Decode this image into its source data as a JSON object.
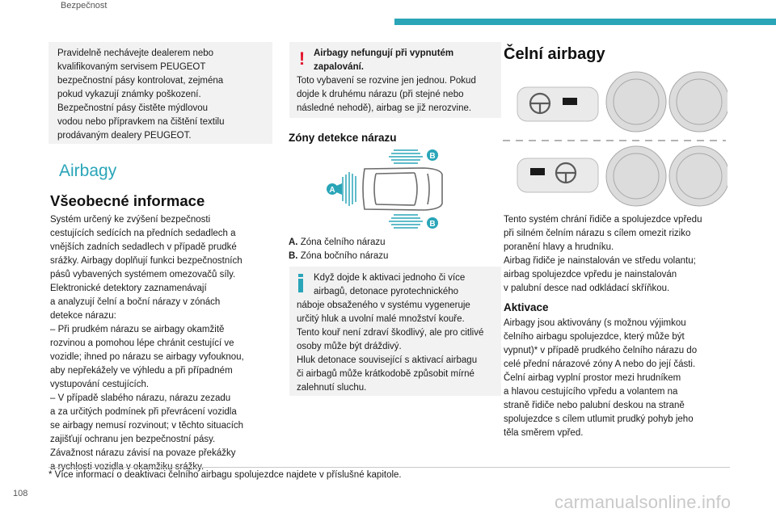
{
  "header": {
    "section": "Bezpečnost",
    "page_number": "108",
    "accent_color": "#2aa5b8"
  },
  "left": {
    "box_lines": [
      "Pravidelně nechávejte dealerem nebo",
      "kvalifikovaným servisem PEUGEOT",
      "bezpečnostní pásy kontrolovat, zejména",
      "pokud vykazují známky poškození.",
      "Bezpečnostní pásy čistěte mýdlovou",
      "vodou nebo přípravkem na čištění textilu",
      "prodávaným dealery PEUGEOT."
    ],
    "section_title": "Airbagy",
    "heading": "Všeobecné informace",
    "body_lines": [
      "Systém určený ke zvýšení bezpečnosti",
      "cestujících sedících na předních sedadlech a",
      "vnějších zadních sedadlech v případě prudké",
      "srážky. Airbagy doplňují funkci bezpečnostních",
      "pásů vybavených systémem omezovačů síly.",
      "Elektronické detektory zaznamenávají",
      "a analyzují čelní a boční nárazy v zónách",
      "detekce nárazu:",
      "–  Při prudkém nárazu se airbagy okamžitě",
      "rozvinou a pomohou lépe chránit cestující ve",
      "vozidle; ihned po nárazu se airbagy vyfouknou,",
      "aby nepřekážely ve výhledu a při případném",
      "vystupování cestujících.",
      "–  V případě slabého nárazu, nárazu zezadu",
      "a za určitých podmínek při převrácení vozidla",
      "se airbagy nemusí rozvinout; v těchto situacích",
      "zajišťují ochranu jen bezpečnostní pásy.",
      "Závažnost nárazu závisí na povaze překážky",
      "a rychlosti vozidla v okamžiku srážky."
    ]
  },
  "middle": {
    "warning": {
      "icon": "exclamation-icon",
      "bold_lines": [
        "Airbagy nefungují při vypnutém",
        "zapalování."
      ],
      "lines": [
        "Toto vybavení se rozvine jen jednou. Pokud",
        "dojde k druhému nárazu (při stejné nebo",
        "následné nehodě), airbag se již nerozvine."
      ]
    },
    "heading": "Zóny detekce nárazu",
    "diagram_labels": {
      "a": "A",
      "b_top": "B",
      "b_bottom": "B"
    },
    "legend": [
      {
        "key": "A.",
        "text": "Zóna čelního nárazu"
      },
      {
        "key": "B.",
        "text": "Zóna bočního nárazu"
      }
    ],
    "info": {
      "icon": "info-icon",
      "lines": [
        "Když dojde k aktivaci jednoho či více",
        "airbagů, detonace pyrotechnického",
        "náboje obsaženého v systému vygeneruje",
        "určitý hluk a uvolní malé množství kouře.",
        "Tento kouř není zdraví škodlivý, ale pro citlivé",
        "osoby může být dráždivý.",
        "Hluk detonace související s aktivací airbagu",
        "či airbagů může krátkodobě způsobit mírné",
        "zalehnutí sluchu."
      ]
    }
  },
  "right": {
    "heading": "Čelní airbagy",
    "intro_lines": [
      "Tento systém chrání řidiče a spolujezdce vpředu",
      "při silném čelním nárazu s cílem omezit riziko",
      "poranění hlavy a hrudníku.",
      "Airbag řidiče je nainstalován ve středu volantu;",
      "airbag spolujezdce vpředu je nainstalován",
      "v palubní desce nad odkládací skříňkou."
    ],
    "subheading": "Aktivace",
    "body_lines": [
      "Airbagy jsou aktivovány (s možnou výjimkou",
      "čelního airbagu spolujezdce, který může být",
      "vypnut)* v případě prudkého čelního nárazu do",
      "celé přední nárazové zóny A nebo do její části.",
      "Čelní airbag vyplní prostor mezi hrudníkem",
      "a hlavou cestujícího vpředu a volantem na",
      "straně řidiče nebo palubní deskou na straně",
      "spolujezdce s cílem utlumit prudký pohyb jeho",
      "těla směrem vpřed."
    ]
  },
  "footnote": "* Více informací o deaktivaci čelního airbagu spolujezdce najdete v příslušné kapitole.",
  "watermark": "carmanualsonline.info"
}
